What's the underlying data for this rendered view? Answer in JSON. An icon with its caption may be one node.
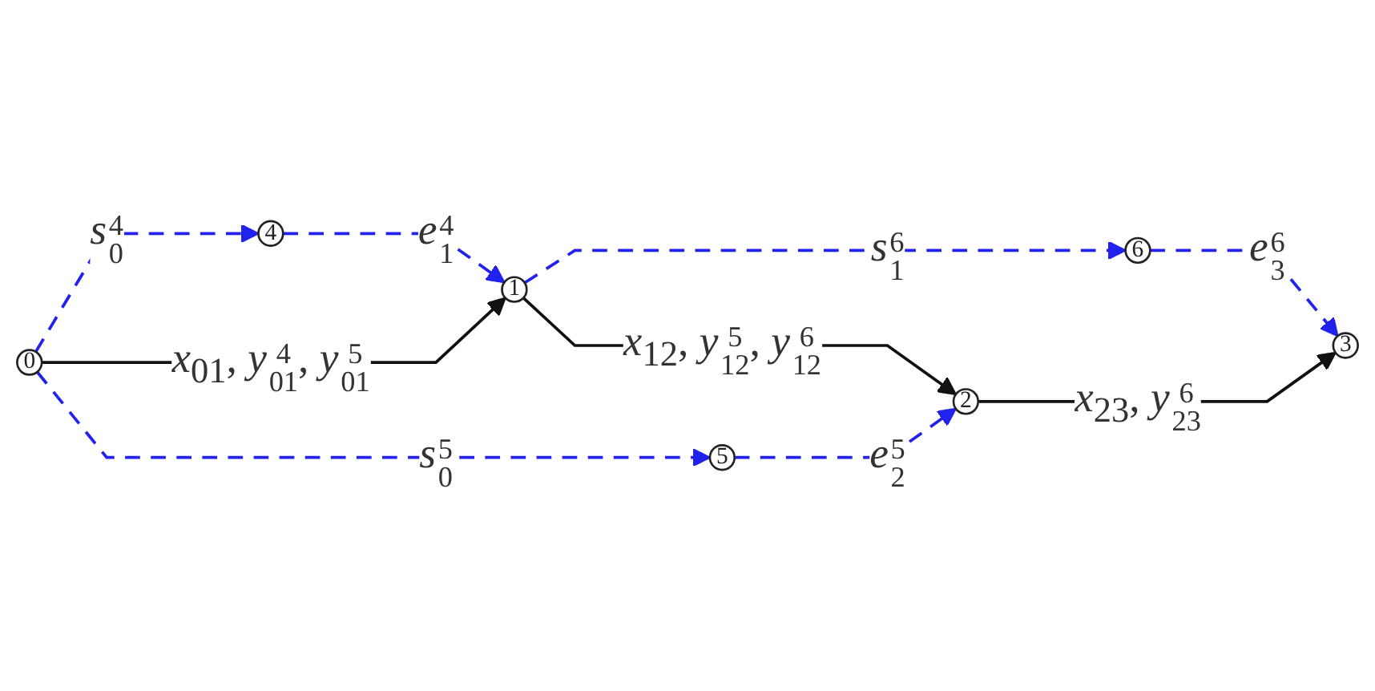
{
  "diagram": {
    "nodes": [
      {
        "text": [
          "0"
        ]
      },
      {
        "text": [
          "1"
        ]
      },
      {
        "text": [
          "2"
        ]
      },
      {
        "text": [
          "3"
        ]
      },
      {
        "text": [
          "4"
        ]
      },
      {
        "text": [
          "5"
        ]
      },
      {
        "text": [
          "6"
        ]
      }
    ],
    "edges": [
      {
        "from": 0,
        "to": 4,
        "arrow": "to",
        "label": "*s*$^{4}$$_{0}$",
        "style": "dashed"
      },
      {
        "from": 4,
        "to": 1,
        "arrow": "to",
        "label": "*e*$^{4}$$_{1}$",
        "style": "dashed"
      },
      {
        "from": 1,
        "to": 6,
        "arrow": "to",
        "label": "*s*$^{6}$$_{1}$",
        "style": "dashed"
      },
      {
        "from": 6,
        "to": 3,
        "arrow": "to",
        "label": "*e*$^{6}$$_{3}$",
        "style": "dashed"
      },
      {
        "from": 0,
        "to": 1,
        "arrow": "to",
        "label": "*x*$_{01}$, *y*$^{4}$$_{01}$, *y*$^{5}$$_{01}$",
        "color": "#111111"
      },
      {
        "from": 1,
        "to": 2,
        "arrow": "to",
        "label": "*x*$_{12}$, *y*$^{5}$$_{12}$, *y*$^{6}$$_{12}$",
        "color": "#111111"
      },
      {
        "from": 2,
        "to": 3,
        "arrow": "to",
        "label": "*x*$_{23}$, *y*$^{6}$$_{23}$",
        "color": "#111111"
      },
      {
        "from": 0,
        "to": 5,
        "arrow": "to",
        "label": "*s*$^{5}$$_{0}$",
        "style": "dashed"
      },
      {
        "from": 5,
        "to": 2,
        "arrow": "to",
        "label": "*e*$^{5}$$_{2}$",
        "style": "dashed"
      }
    ]
  }
}
